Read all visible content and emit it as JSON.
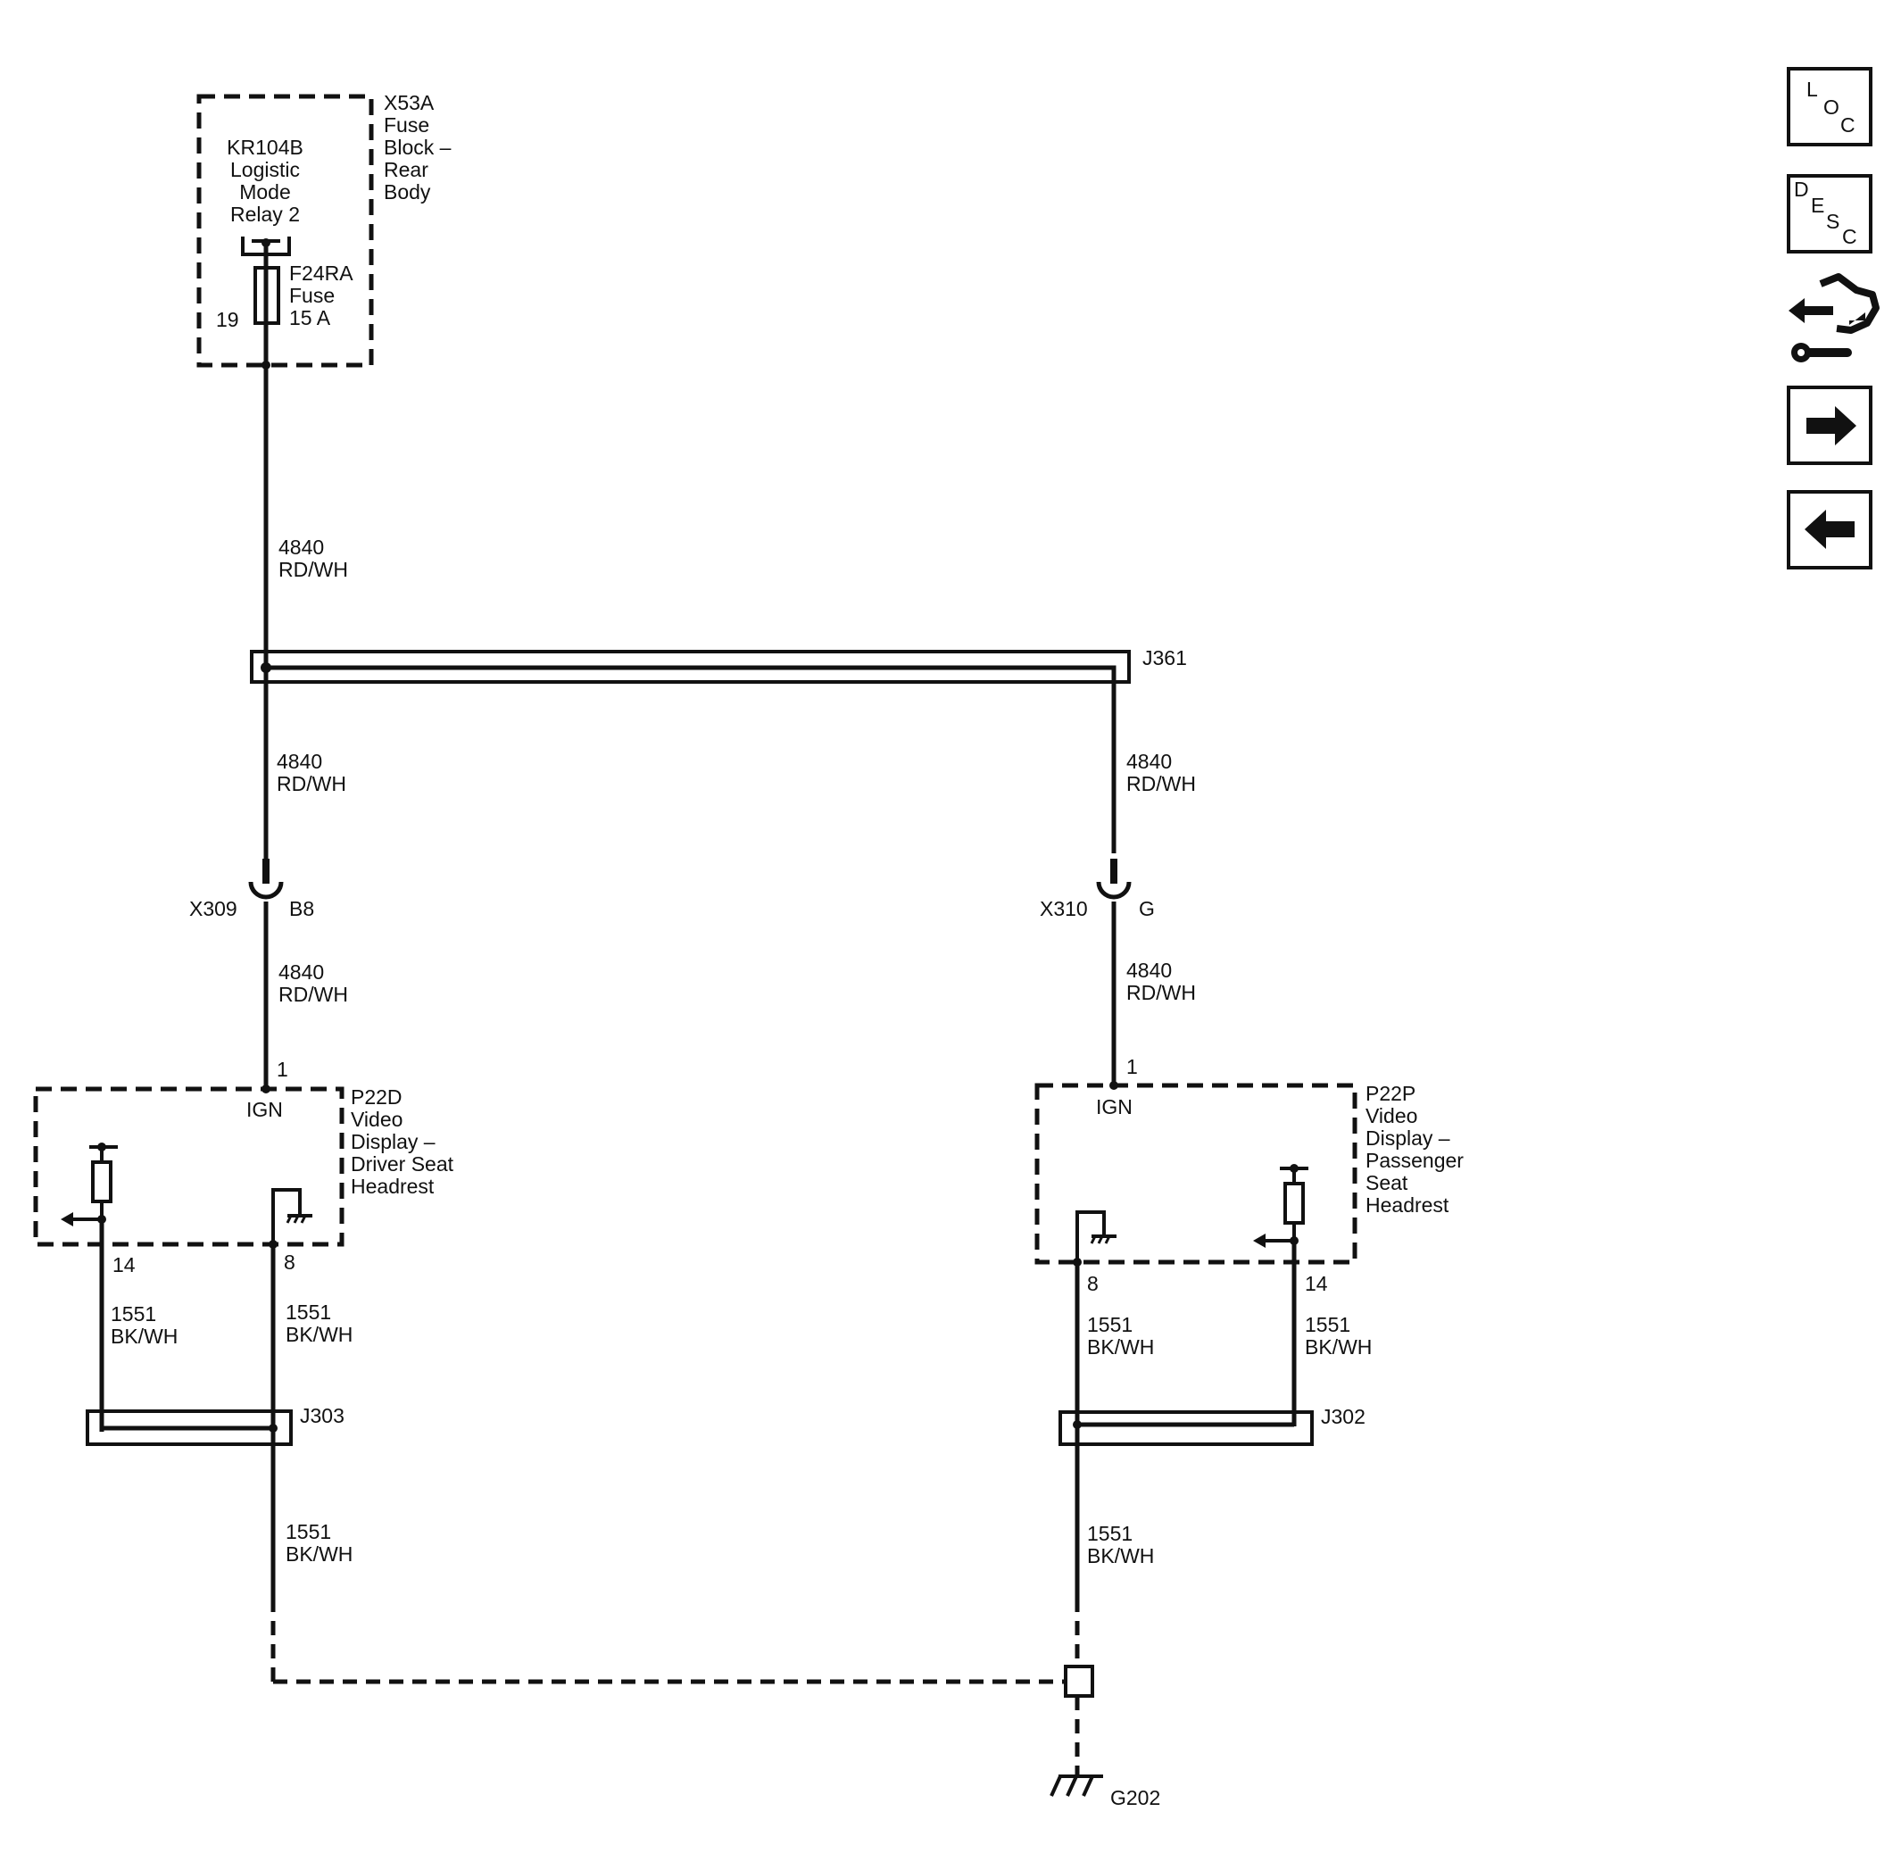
{
  "colors": {
    "ink": "#111111",
    "background": "#ffffff"
  },
  "fuse_block": {
    "name_lines": [
      "X53A",
      "Fuse",
      "Block –",
      "Rear",
      "Body"
    ],
    "relay_lines": [
      "KR104B",
      "Logistic",
      "Mode",
      "Relay 2"
    ],
    "fuse_lines": [
      "F24RA",
      "Fuse",
      "15 A"
    ],
    "pin": "19"
  },
  "wires": {
    "feed": {
      "circuit": "4840",
      "color": "RD/WH"
    },
    "ground": {
      "circuit": "1551",
      "color": "BK/WH"
    }
  },
  "splices": {
    "top": "J361",
    "left": "J303",
    "right": "J302"
  },
  "connectors": {
    "left": {
      "name": "X309",
      "pin": "B8"
    },
    "right": {
      "name": "X310",
      "pin": "G"
    }
  },
  "modules": {
    "driver": {
      "name_lines": [
        "P22D",
        "Video",
        "Display –",
        "Driver Seat",
        "Headrest"
      ],
      "ign_pin": "1",
      "ign_label": "IGN",
      "signal_pin": "14",
      "ground_pin": "8"
    },
    "passenger": {
      "name_lines": [
        "P22P",
        "Video",
        "Display –",
        "Passenger",
        "Seat",
        "Headrest"
      ],
      "ign_pin": "1",
      "ign_label": "IGN",
      "signal_pin": "14",
      "ground_pin": "8"
    }
  },
  "ground": {
    "name": "G202"
  },
  "nav": {
    "loc": [
      "L",
      "O",
      "C"
    ],
    "desc": [
      "D",
      "E",
      "S",
      "C"
    ],
    "icons": [
      "loc-icon",
      "desc-icon",
      "connector-wrench-icon",
      "arrow-right-icon",
      "arrow-left-icon"
    ]
  }
}
